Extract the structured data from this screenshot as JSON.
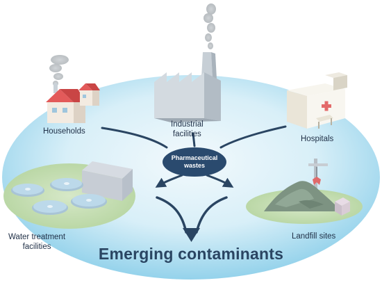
{
  "diagram": {
    "title": "Emerging contaminants",
    "center_node": {
      "line1": "Pharmaceutical",
      "line2": "wastes"
    },
    "sources": [
      {
        "label": "Households"
      },
      {
        "line1": "Industrial",
        "line2": "facilities"
      },
      {
        "label": "Hospitals"
      }
    ],
    "destinations": [
      {
        "line1": "Water treatment",
        "line2": "facilities"
      },
      {
        "label": "Landfill sites"
      }
    ]
  },
  "colors": {
    "ellipse_light": "#eef7fb",
    "ellipse_dark": "#8fd0ea",
    "arrow": "#2a4562",
    "center_node": "#2a4a6e",
    "title": "#2a4562"
  },
  "icons": [
    "house-icon",
    "factory-icon",
    "hospital-icon",
    "water-treatment-icon",
    "landfill-icon"
  ]
}
